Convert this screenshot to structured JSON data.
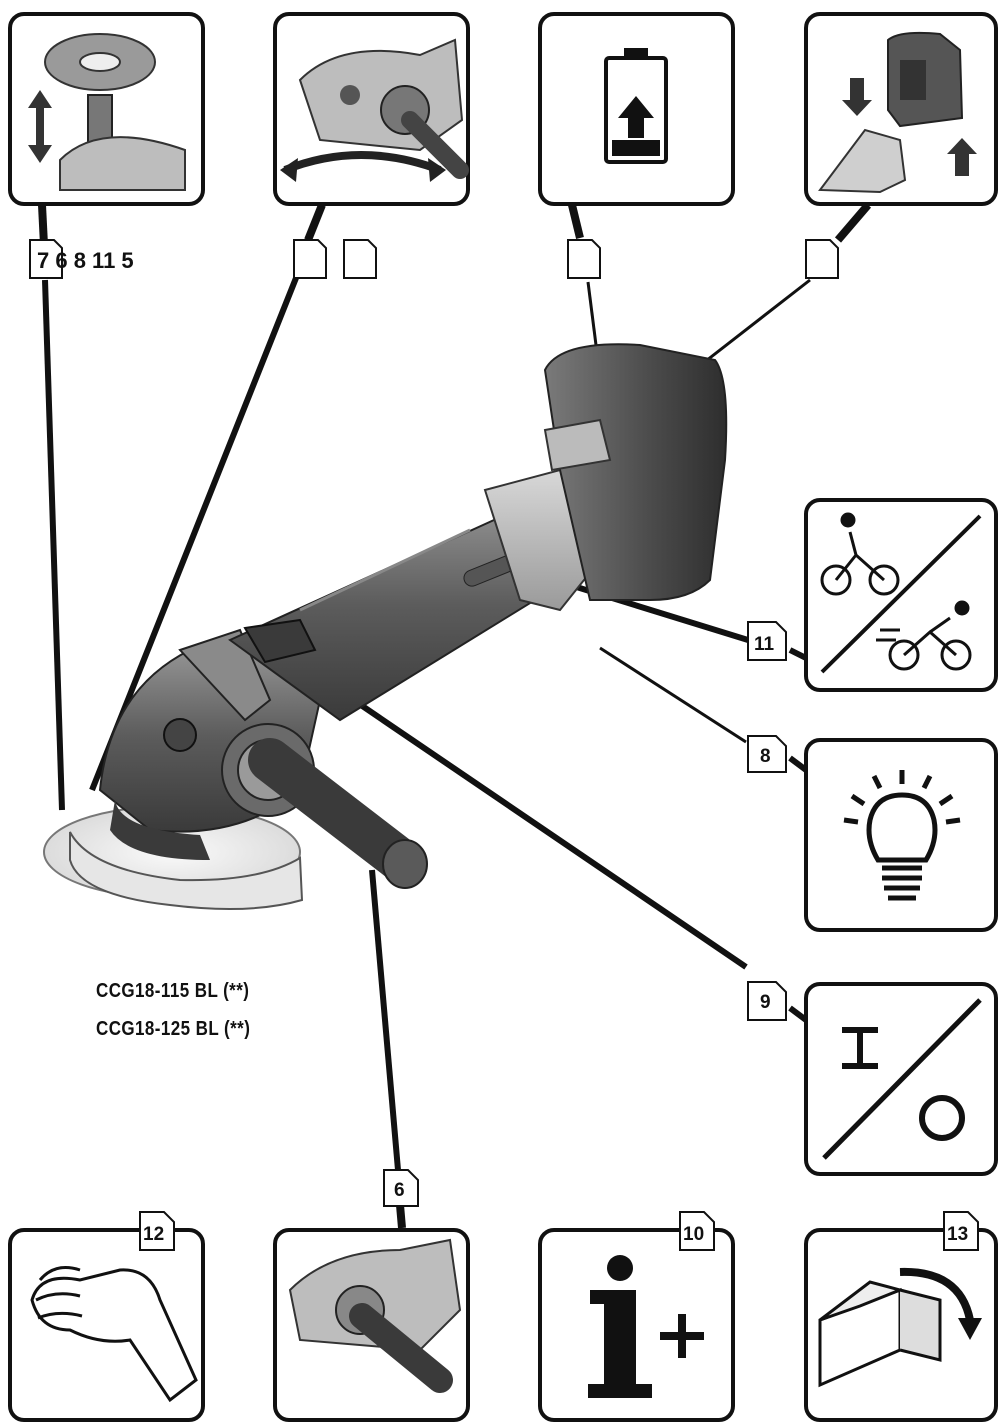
{
  "callouts": {
    "page_ref_main": "7 6 8 11 5",
    "badge_11": "11",
    "badge_8": "8",
    "badge_9": "9",
    "badge_6": "6",
    "badge_12": "12",
    "badge_10": "10",
    "badge_13": "13"
  },
  "models": {
    "line1": "CCG18-115 BL (**)",
    "line2": "CCG18-125 BL (**)"
  },
  "icons": {
    "switch_on": "I",
    "info_plus": "i+"
  }
}
